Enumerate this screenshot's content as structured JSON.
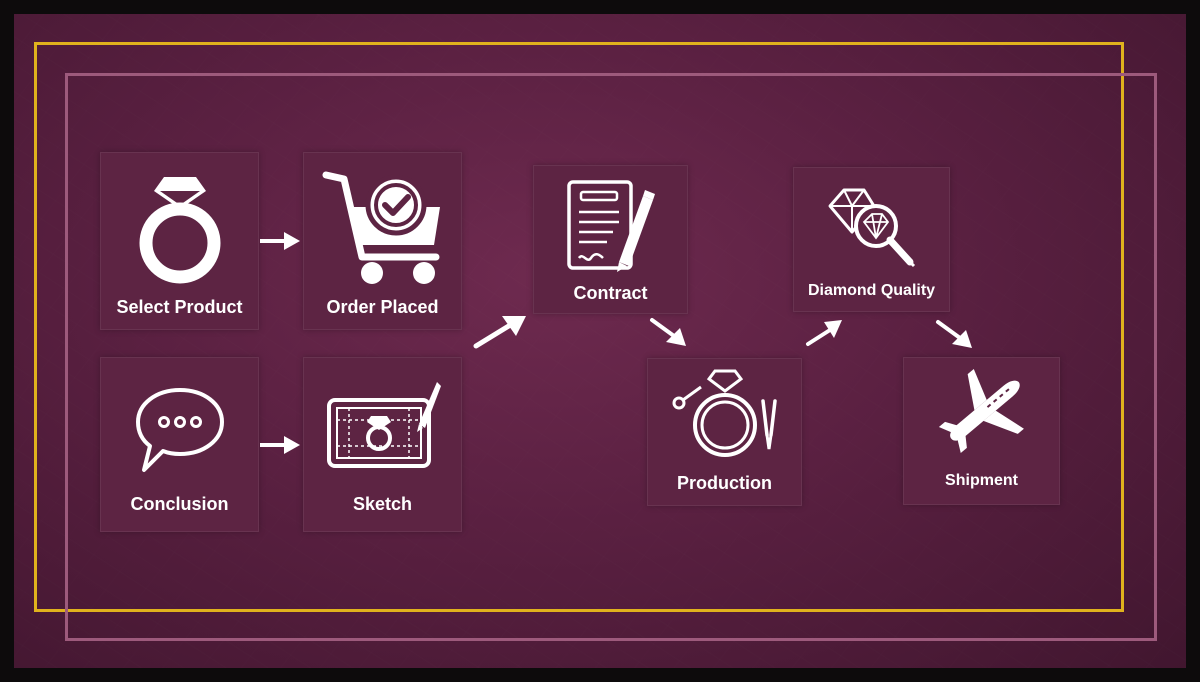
{
  "steps": {
    "select_product": {
      "label": "Select Product",
      "icon": "diamond-ring-icon"
    },
    "order_placed": {
      "label": "Order Placed",
      "icon": "shopping-cart-check-icon"
    },
    "conclusion": {
      "label": "Conclusion",
      "icon": "speech-bubble-icon"
    },
    "sketch": {
      "label": "Sketch",
      "icon": "ring-sketch-tablet-icon"
    },
    "contract": {
      "label": "Contract",
      "icon": "contract-pen-icon"
    },
    "production": {
      "label": "Production",
      "icon": "ring-tools-icon"
    },
    "diamond_quality": {
      "label": "Diamond Quality",
      "icon": "diamond-magnifier-icon"
    },
    "shipment": {
      "label": "Shipment",
      "icon": "airplane-icon"
    }
  },
  "colors": {
    "background": "#5a2041",
    "card": "#5d2443",
    "gold_frame": "#e0b21d",
    "pink_frame": "#9d5a7c",
    "text": "#ffffff"
  }
}
